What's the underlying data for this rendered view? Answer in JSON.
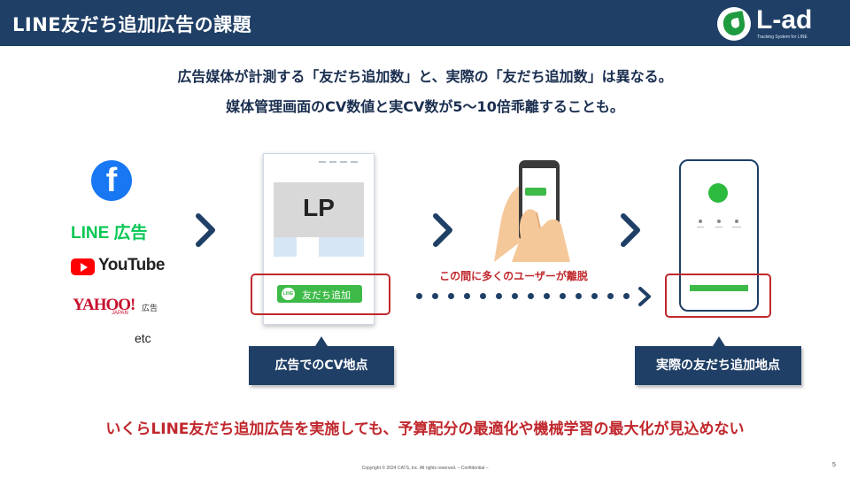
{
  "header": {
    "title": "LINE友だち追加広告の課題",
    "logo_text": "L-ad",
    "logo_sub": "Tracking System for LINE"
  },
  "lead": {
    "line1": "広告媒体が計測する「友だち追加数」と、実際の「友だち追加数」は異なる。",
    "line2": "媒体管理画面のCV数値と実CV数が5〜10倍乖離することも。"
  },
  "platforms": {
    "facebook_glyph": "f",
    "line_ad": "LINE 広告",
    "youtube": "YouTube",
    "yahoo": "YAHOO!",
    "yahoo_japan": "JAPAN",
    "yahoo_ad": "広告",
    "etc": "etc"
  },
  "lp": {
    "hero_text": "LP",
    "button_label": "友だち追加",
    "button_icon": "LINE"
  },
  "flow": {
    "drop_text": "この間に多くのユーザーが離脱"
  },
  "callouts": {
    "ad_cv": "広告でのCV地点",
    "actual": "実際の友だち追加地点"
  },
  "bottom_message": "いくらLINE友だち追加広告を実施しても、予算配分の最適化や機械学習の最大化が見込めない",
  "footer": {
    "copyright": "Copyright © 2024 CATS, Inc. All rights reserved. – Confidential –",
    "page_number": "5"
  },
  "colors": {
    "header_bg": "#1f3f66",
    "accent_red": "#c0282d",
    "line_green": "#06c755"
  },
  "icons": [
    "facebook-logo",
    "youtube-logo",
    "line-logo",
    "smartphone-icon",
    "chevron-right-icon"
  ]
}
